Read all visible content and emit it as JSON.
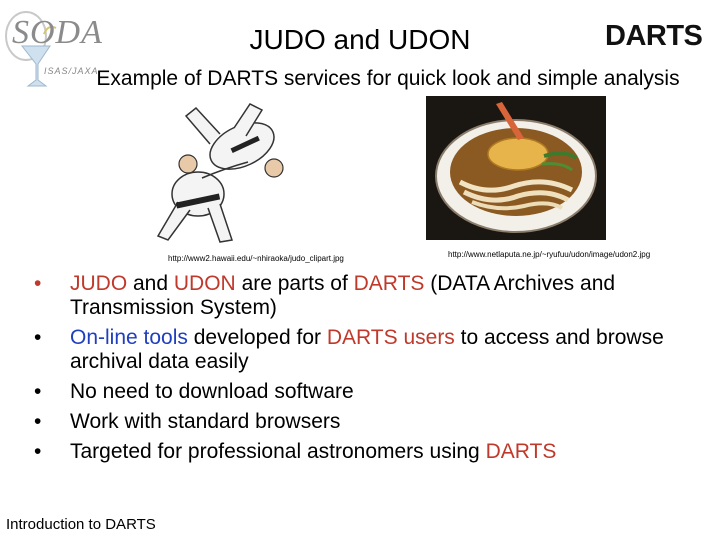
{
  "logos": {
    "soda_text": "SODA",
    "soda_sub": "ISAS/JAXA",
    "darts_text": "DARTS"
  },
  "slide": {
    "title": "JUDO and UDON",
    "subtitle": "Example of DARTS services for quick look and simple analysis",
    "images": {
      "judo_url": "http://www2.hawaii.edu/~nhiraoka/judo_clipart.jpg",
      "udon_url": "http://www.netlaputa.ne.jp/~ryufuu/udon/image/udon2.jpg"
    },
    "bullet_marker": "•",
    "bullets": [
      {
        "p1": "JUDO",
        "p2": " and ",
        "p3": "UDON",
        "p4": " are parts of ",
        "p5": "DARTS",
        "p6": " (DATA Archives and Transmission System)"
      },
      {
        "p1": "On-line tools",
        "p2": " developed for ",
        "p3": "DARTS users",
        "p4": " to access and browse archival data easily"
      },
      {
        "p1": "No need to download software"
      },
      {
        "p1": "Work with standard browsers"
      },
      {
        "p1": "Targeted for professional astronomers using ",
        "p2": "DARTS"
      }
    ],
    "footer": "Introduction to DARTS"
  },
  "colors": {
    "red": "#c0392b",
    "blue": "#1f3fbf"
  }
}
